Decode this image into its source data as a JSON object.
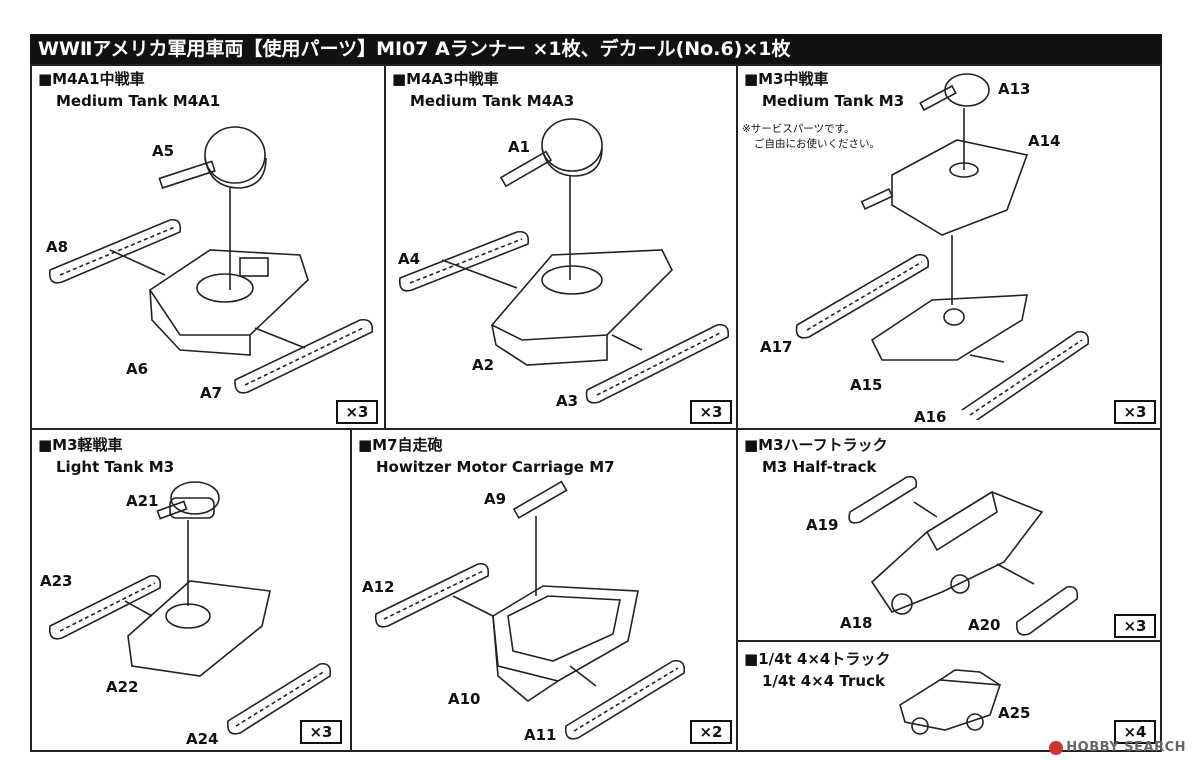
{
  "header": "WWⅡアメリカ軍用車両【使用パーツ】MI07 Aランナー ×1枚、デカール(No.6)×1枚",
  "sections": {
    "m4a1": {
      "title": "■M4A1中戦車",
      "subtitle": "Medium Tank M4A1",
      "parts": [
        "A5",
        "A8",
        "A6",
        "A7"
      ],
      "qty": "×3"
    },
    "m4a3": {
      "title": "■M4A3中戦車",
      "subtitle": "Medium Tank M4A3",
      "parts": [
        "A1",
        "A4",
        "A2",
        "A3"
      ],
      "qty": "×3"
    },
    "m3": {
      "title": "■M3中戦車",
      "subtitle": "Medium Tank M3",
      "note_line1": "※サービスパーツです。",
      "note_line2": "ご自由にお使いください。",
      "parts": [
        "A13",
        "A14",
        "A17",
        "A15",
        "A16"
      ],
      "qty": "×3"
    },
    "m3light": {
      "title": "■M3軽戦車",
      "subtitle": "Light Tank M3",
      "parts": [
        "A21",
        "A23",
        "A22",
        "A24"
      ],
      "qty": "×3"
    },
    "m7": {
      "title": "■M7自走砲",
      "subtitle": "Howitzer Motor Carriage M7",
      "parts": [
        "A9",
        "A12",
        "A10",
        "A11"
      ],
      "qty": "×2"
    },
    "halftrack": {
      "title": "■M3ハーフトラック",
      "subtitle": "M3 Half-track",
      "parts": [
        "A19",
        "A18",
        "A20"
      ],
      "qty": "×3"
    },
    "truck": {
      "title": "■1/4t 4×4トラック",
      "subtitle": "1/4t 4×4 Truck",
      "parts": [
        "A25"
      ],
      "qty": "×4"
    }
  },
  "watermark": "HOBBY SEARCH"
}
